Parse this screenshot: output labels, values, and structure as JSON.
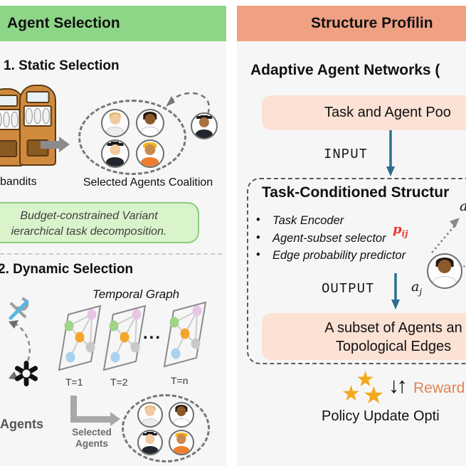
{
  "left_panel": {
    "header": "Agent Selection",
    "static": {
      "title": "1. Static Selection",
      "bandits_label": "bandits",
      "coalition_label": "Selected Agents Coalition",
      "coalition_avatars": [
        "support",
        "doctor",
        "grad",
        "worker"
      ],
      "outside_avatar": [
        "grad2"
      ],
      "note_line1": "Budget-constrained Variant",
      "note_line2": "ierarchical task decomposition."
    },
    "dynamic": {
      "title": "2. Dynamic Selection",
      "temporal_label": "Temporal Graph",
      "frames": [
        {
          "label": "T=1"
        },
        {
          "label": "T=2"
        },
        {
          "label": "T=n"
        }
      ],
      "ellipsis": "...",
      "agents_label": "Agents",
      "selected_label_line1": "Selected",
      "selected_label_line2": "Agents",
      "selected_avatars": [
        "support",
        "doctor",
        "grad",
        "worker"
      ]
    }
  },
  "right_panel": {
    "header": "Structure Profilin",
    "subtitle": "Adaptive Agent Networks (",
    "pool_box_label": "Task and Agent Poo",
    "input_label": "INPUT",
    "module": {
      "title": "Task-Conditioned Structur",
      "bullets": [
        "Task Encoder",
        "Agent-subset selector",
        "Edge probability predictor"
      ],
      "p_label": "p",
      "p_sub": "ij",
      "ai_partial": "a",
      "aj_label": "a",
      "aj_sub": "j",
      "aj_avatar": [
        "doctor"
      ],
      "output_label": "OUTPUT",
      "result_line1": "A subset of Agents an",
      "result_line2": "Topological Edges"
    },
    "reward_label": "Reward",
    "policy_label": "Policy Update Opti",
    "star_glyph": "★",
    "updown_glyphs": "↓↑"
  },
  "colors": {
    "green_header": "#8DD687",
    "salmon_header": "#F1A183",
    "note_bg": "#D9F3CB",
    "note_border": "#8CCB80",
    "peach_box": "#FBE2D4",
    "arrow_blue": "#2C6E8F",
    "pij_red": "#E8392C",
    "reward_orange": "#E08455",
    "star_gold": "#F5A81C",
    "node_green": "#9FD489",
    "node_pink": "#E7C6E3",
    "node_orange": "#F4A62A",
    "node_gray": "#C9C9C9",
    "node_blue": "#A8D2F0"
  }
}
